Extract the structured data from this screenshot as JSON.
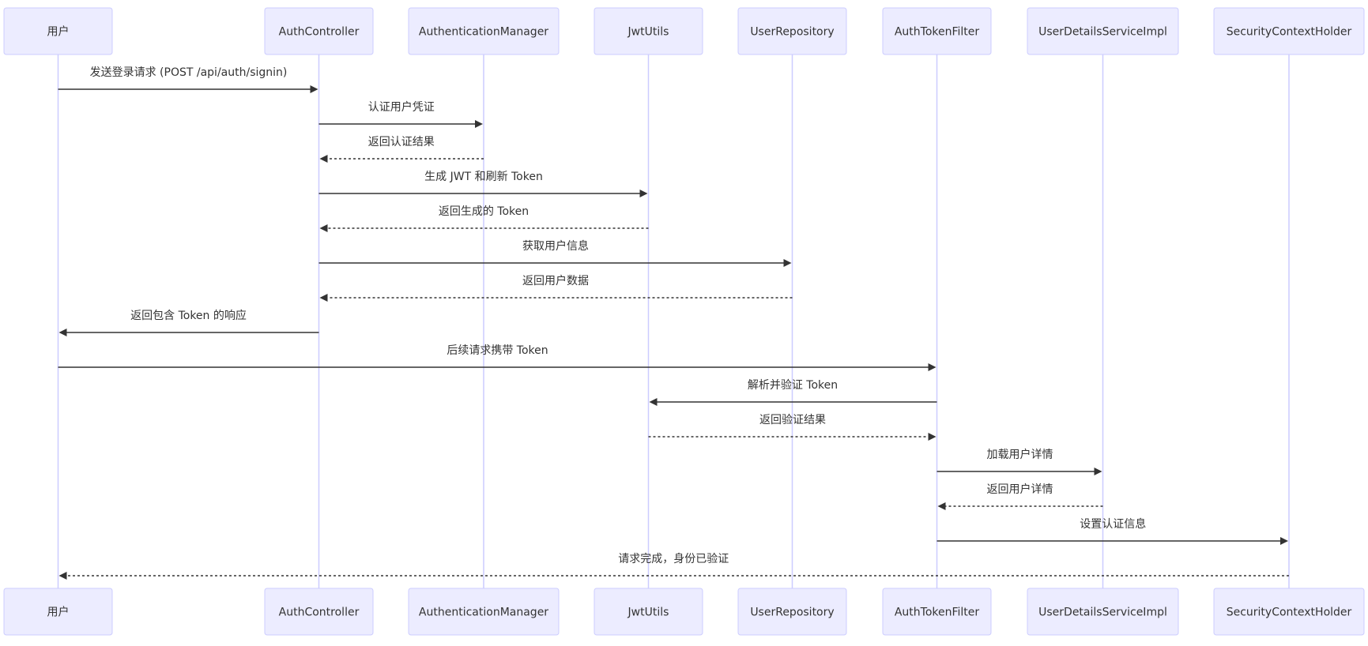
{
  "colors": {
    "actor_fill": "#ececff",
    "actor_stroke": "#ccccff",
    "lifeline": "#ccccff",
    "message": "#333333",
    "text": "#333333"
  },
  "participants": [
    {
      "id": "user",
      "label": "用户"
    },
    {
      "id": "authController",
      "label": "AuthController"
    },
    {
      "id": "authManager",
      "label": "AuthenticationManager"
    },
    {
      "id": "jwtUtils",
      "label": "JwtUtils"
    },
    {
      "id": "userRepository",
      "label": "UserRepository"
    },
    {
      "id": "authTokenFilter",
      "label": "AuthTokenFilter"
    },
    {
      "id": "userDetailsService",
      "label": "UserDetailsServiceImpl"
    },
    {
      "id": "securityContext",
      "label": "SecurityContextHolder"
    }
  ],
  "messages": [
    {
      "from": "user",
      "to": "authController",
      "label": "发送登录请求 (POST /api/auth/signin)",
      "style": "solid"
    },
    {
      "from": "authController",
      "to": "authManager",
      "label": "认证用户凭证",
      "style": "solid"
    },
    {
      "from": "authManager",
      "to": "authController",
      "label": "返回认证结果",
      "style": "dashed"
    },
    {
      "from": "authController",
      "to": "jwtUtils",
      "label": "生成 JWT 和刷新 Token",
      "style": "solid"
    },
    {
      "from": "jwtUtils",
      "to": "authController",
      "label": "返回生成的 Token",
      "style": "dashed"
    },
    {
      "from": "authController",
      "to": "userRepository",
      "label": "获取用户信息",
      "style": "solid"
    },
    {
      "from": "userRepository",
      "to": "authController",
      "label": "返回用户数据",
      "style": "dashed"
    },
    {
      "from": "authController",
      "to": "user",
      "label": "返回包含 Token 的响应",
      "style": "solid"
    },
    {
      "from": "user",
      "to": "authTokenFilter",
      "label": "后续请求携带 Token",
      "style": "solid"
    },
    {
      "from": "authTokenFilter",
      "to": "jwtUtils",
      "label": "解析并验证 Token",
      "style": "solid"
    },
    {
      "from": "jwtUtils",
      "to": "authTokenFilter",
      "label": "返回验证结果",
      "style": "dashed"
    },
    {
      "from": "authTokenFilter",
      "to": "userDetailsService",
      "label": "加载用户详情",
      "style": "solid"
    },
    {
      "from": "userDetailsService",
      "to": "authTokenFilter",
      "label": "返回用户详情",
      "style": "dashed"
    },
    {
      "from": "authTokenFilter",
      "to": "securityContext",
      "label": "设置认证信息",
      "style": "solid"
    },
    {
      "from": "securityContext",
      "to": "user",
      "label": "请求完成，身份已验证",
      "style": "dashed"
    }
  ]
}
